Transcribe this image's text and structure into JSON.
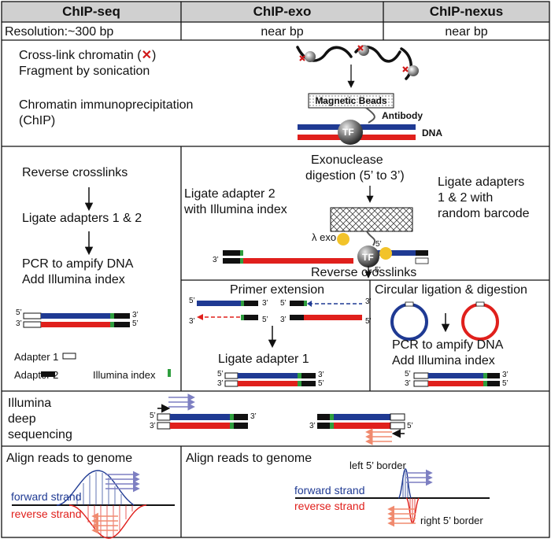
{
  "headers": [
    "ChIP-seq",
    "ChIP-exo",
    "ChIP-nexus"
  ],
  "resolution": {
    "label": "Resolution:",
    "values": [
      "~300 bp",
      "near bp",
      "near bp"
    ]
  },
  "top": {
    "crosslink_line1": "Cross-link chromatin (",
    "crosslink_line1_end": ")",
    "crosslink_line2": "Fragment by sonication",
    "chip_line1": "Chromatin immunoprecipitation",
    "chip_line2": "(ChIP)",
    "beads_label": "Magnetic Beads",
    "antibody_label": "Antibody",
    "dna_label": "DNA",
    "tf_label": "TF"
  },
  "seq": {
    "reverse": "Reverse crosslinks",
    "ligate": "Ligate adapters 1 & 2",
    "pcr1": "PCR to ampify DNA",
    "pcr2": "Add Illumina index",
    "legend_adapter1": "Adapter 1",
    "legend_adapter2": "Adapter 2",
    "legend_index": "Illumina index"
  },
  "exo": {
    "exonuclease1": "Exonuclease",
    "exonuclease2": "digestion (5’ to 3’)",
    "ligate2_1": "Ligate adapter 2",
    "ligate2_2": "with Illumina index",
    "lambda_exo": "λ exo",
    "reverse": "Reverse crosslinks",
    "primer": "Primer extension",
    "ligate1": "Ligate adapter 1"
  },
  "nexus": {
    "ligate1": "Ligate adapters",
    "ligate2": "1 & 2 with",
    "ligate3": "random barcode",
    "circular": "Circular ligation & digestion",
    "pcr1": "PCR to ampify DNA",
    "pcr2": "Add Illumina index"
  },
  "sequencing": {
    "line1": "Illumina",
    "line2": "deep",
    "line3": "sequencing"
  },
  "align": {
    "left_title": "Align reads to genome",
    "right_title": "Align reads to genome",
    "forward": "forward strand",
    "reverse": "reverse strand",
    "left_border": "left 5’ border",
    "right_border": "right 5’ border"
  },
  "end_labels": {
    "five": "5’",
    "three": "3’"
  },
  "colors": {
    "blue_strand": "#1f3a93",
    "red_strand": "#e0201c",
    "adapter2": "#111111",
    "index": "#2e9e3e",
    "read_blue": "#7d7fc2",
    "read_red": "#f08a6e"
  }
}
